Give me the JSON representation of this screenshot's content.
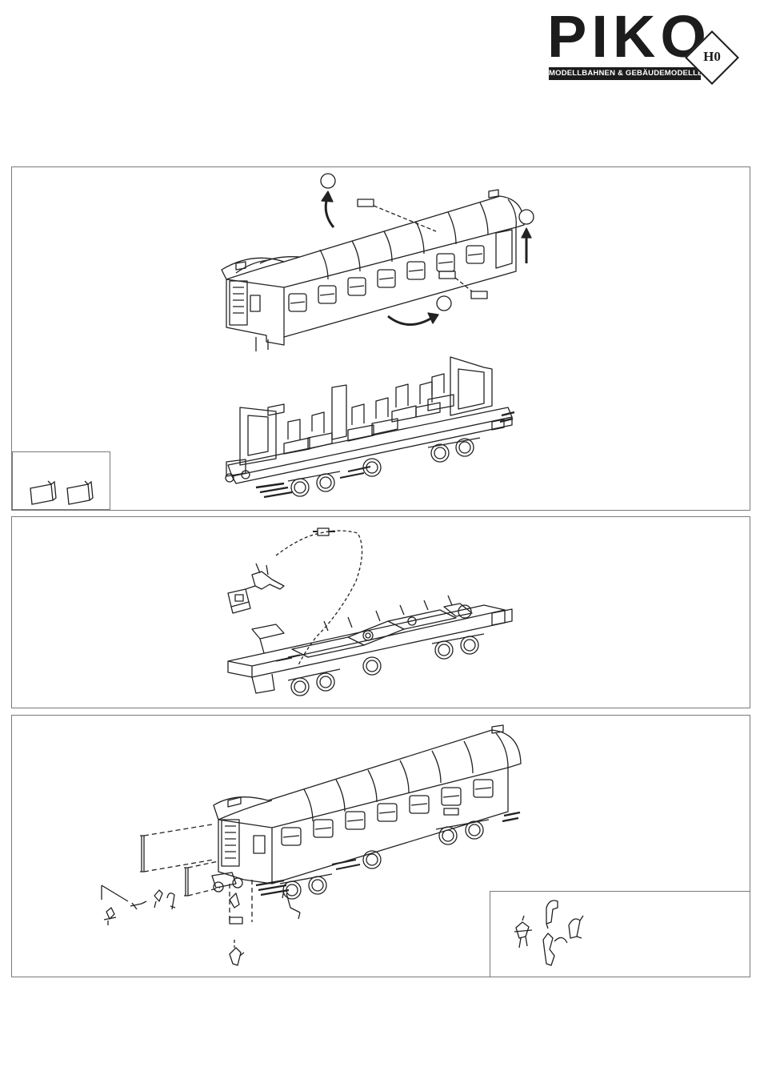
{
  "logo": {
    "brand": "PIKO",
    "tagline": "MODELLBAHNEN & GEBÄUDEMODELLE",
    "scale": "H0"
  },
  "panels": [
    {
      "name": "step-1-remove-body",
      "inset": "window-inserts"
    },
    {
      "name": "step-2-lighting-wire"
    },
    {
      "name": "step-3-attach-details",
      "inset": "detail-parts"
    }
  ],
  "colors": {
    "line": "#222222",
    "frame": "#7a7a7a",
    "fill": "#ffffff"
  }
}
